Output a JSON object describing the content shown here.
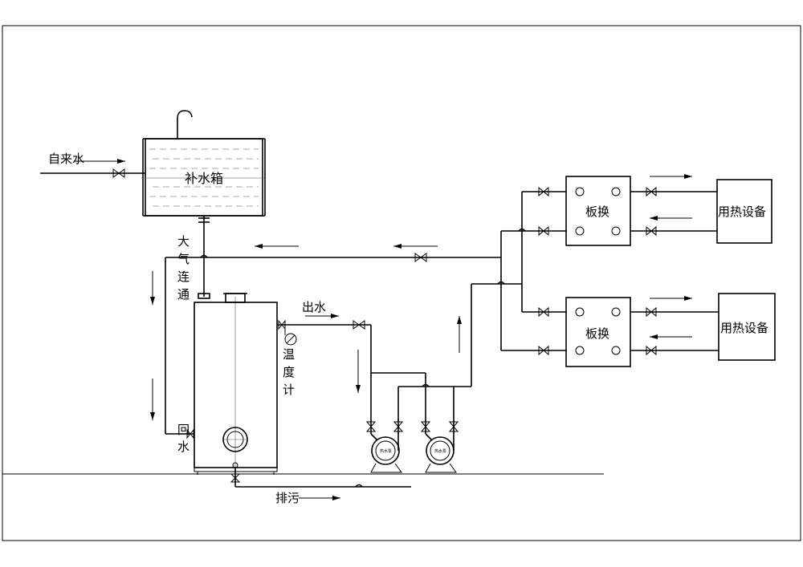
{
  "labels": {
    "tap_water": "自来水",
    "makeup_tank": "补水箱",
    "atmos_vent": [
      "大",
      "气",
      "连",
      "通"
    ],
    "outlet_water": "出水",
    "thermometer": [
      "温",
      "度",
      "计"
    ],
    "return_water": [
      "回",
      "水"
    ],
    "drain": "排污",
    "heat_exchanger_1": "板换",
    "heat_exchanger_2": "板换",
    "heat_equipment_1": "用热设备",
    "heat_equipment_2": "用热设备",
    "pump_1": "热水泵",
    "pump_2": "热水泵"
  }
}
